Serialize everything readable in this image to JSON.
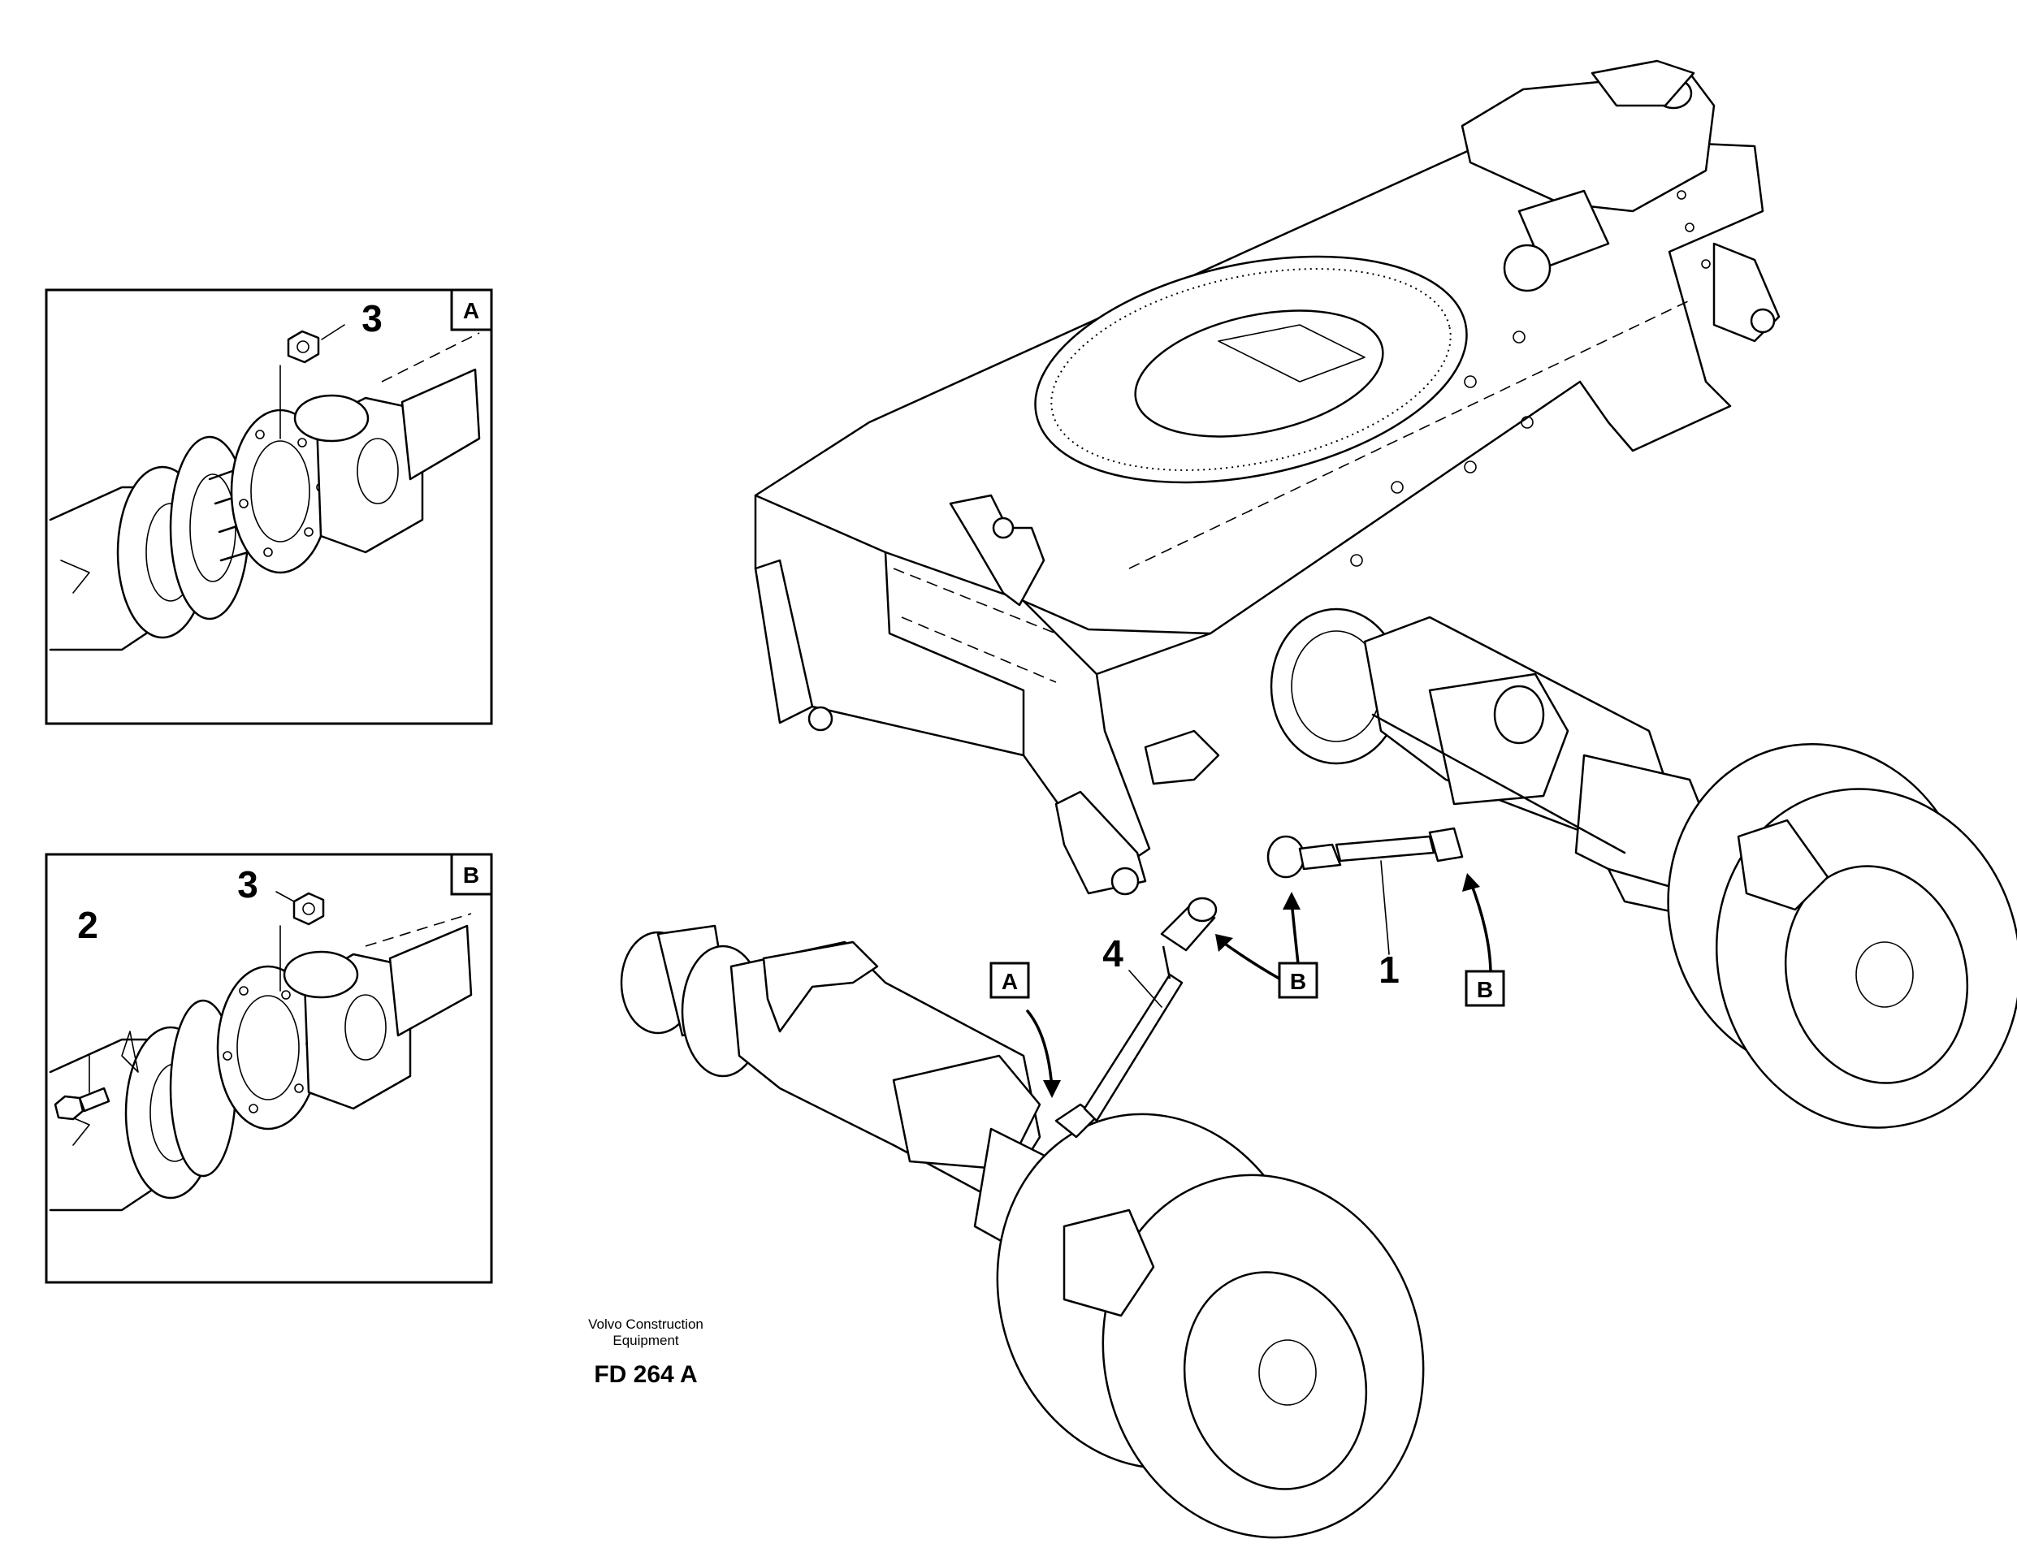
{
  "callouts": {
    "detail_a_part3": "3",
    "detail_b_part3": "3",
    "detail_b_part2": "2",
    "main_part4": "4",
    "main_part1": "1"
  },
  "detail_labels": {
    "a": "A",
    "b": "B"
  },
  "view_markers": {
    "front_a": "A",
    "front_b": "B",
    "rear_b": "B"
  },
  "brand": {
    "line1": "Volvo Construction",
    "line2": "Equipment"
  },
  "figure_code": "FD 264 A"
}
